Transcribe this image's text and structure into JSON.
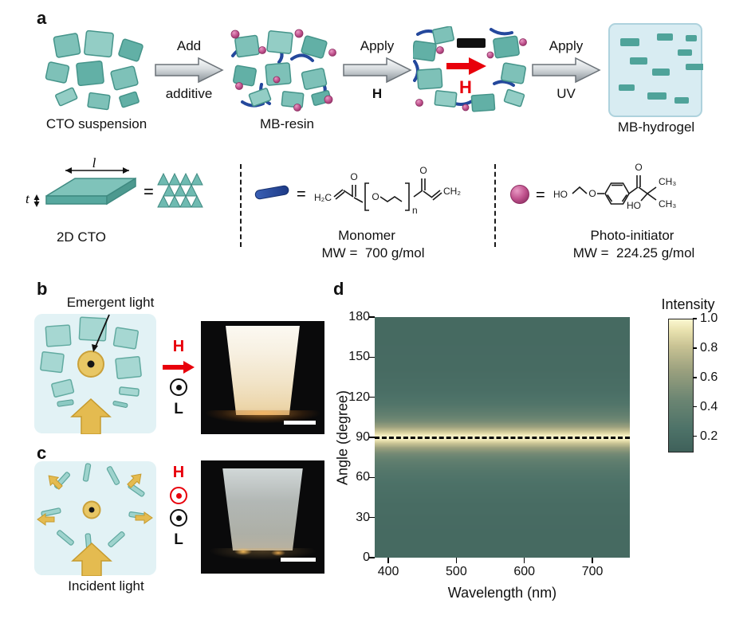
{
  "figure": {
    "panel_labels": {
      "a": "a",
      "b": "b",
      "c": "c",
      "d": "d"
    }
  },
  "panels": {
    "a": {
      "flow": {
        "start": "CTO suspension",
        "step1_top": "Add",
        "step1_bottom": "additive",
        "mid": "MB-resin",
        "step2_top": "Apply",
        "step2_bottom": "H",
        "field_label": "H",
        "step3_top": "Apply",
        "step3_bottom": "UV",
        "end": "MB-hydrogel"
      },
      "legend": {
        "length_symbol": "l",
        "thickness_symbol": "t",
        "equals": "=",
        "cto_label": "2D CTO",
        "monomer_label": "Monomer",
        "monomer_mw": "MW =  700 g/mol",
        "initiator_label": "Photo-initiator",
        "initiator_mw": "MW =  224.25 g/mol",
        "monomer_atoms": {
          "a1": "H₂C",
          "a2": "O",
          "a3": "O",
          "a4": "n",
          "a5": "O",
          "a6": "CH₂"
        },
        "initiator_atoms": {
          "a1": "HO",
          "a2": "O",
          "a3": "O",
          "a4": "CH₃",
          "a5": "HO",
          "a6": "CH₃"
        }
      }
    },
    "b": {
      "caption": "Emergent light",
      "h_label": "H",
      "l_label": "L"
    },
    "c": {
      "caption": "Incident light",
      "h_label": "H",
      "l_label": "L"
    }
  },
  "chart_data": {
    "type": "heatmap",
    "xlabel": "Wavelength (nm)",
    "ylabel": "Angle (degree)",
    "x_range": [
      380,
      755
    ],
    "x_ticks": [
      400,
      500,
      600,
      700
    ],
    "y_range": [
      0,
      180
    ],
    "y_ticks": [
      0,
      30,
      60,
      90,
      120,
      150,
      180
    ],
    "colorbar_title": "Intensity",
    "colorbar_ticks": [
      1.0,
      0.8,
      0.6,
      0.4,
      0.2
    ],
    "colorbar_range": [
      0.1,
      1.0
    ],
    "dashed_line_angle": 90,
    "profile": {
      "angles": [
        0,
        20,
        40,
        55,
        65,
        72,
        78,
        82,
        85,
        88,
        90,
        92,
        95,
        98,
        102,
        108,
        115,
        125,
        140,
        160,
        180
      ],
      "intensity": [
        0.18,
        0.18,
        0.2,
        0.24,
        0.3,
        0.38,
        0.5,
        0.65,
        0.8,
        0.95,
        1.0,
        0.95,
        0.8,
        0.65,
        0.5,
        0.38,
        0.28,
        0.22,
        0.19,
        0.18,
        0.18
      ],
      "note": "Emission intensity band centered at 90 degrees, approximately uniform across 400-755 nm"
    },
    "colormap": [
      {
        "value": 0.1,
        "color": "#3f615a"
      },
      {
        "value": 0.25,
        "color": "#4d7268"
      },
      {
        "value": 0.45,
        "color": "#6b8572"
      },
      {
        "value": 0.65,
        "color": "#9aa07e"
      },
      {
        "value": 0.82,
        "color": "#c9c394"
      },
      {
        "value": 0.93,
        "color": "#eae3b0"
      },
      {
        "value": 1.0,
        "color": "#fbf7d0"
      }
    ]
  },
  "colors": {
    "field_red": "#e8000b",
    "platelet_teal": "#7ec1b8",
    "light_gold": "#e4bb50"
  }
}
